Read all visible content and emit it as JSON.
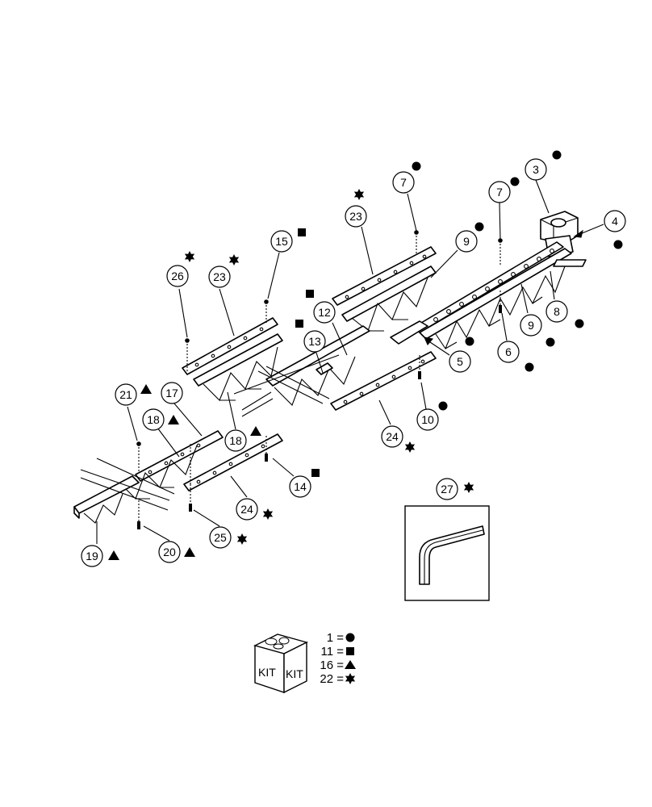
{
  "callouts": [
    {
      "id": "c3",
      "label": "3"
    },
    {
      "id": "c4",
      "label": "4"
    },
    {
      "id": "c5",
      "label": "5"
    },
    {
      "id": "c6",
      "label": "6"
    },
    {
      "id": "c7a",
      "label": "7"
    },
    {
      "id": "c7b",
      "label": "7"
    },
    {
      "id": "c8",
      "label": "8"
    },
    {
      "id": "c9a",
      "label": "9"
    },
    {
      "id": "c9b",
      "label": "9"
    },
    {
      "id": "c10",
      "label": "10"
    },
    {
      "id": "c12",
      "label": "12"
    },
    {
      "id": "c13",
      "label": "13"
    },
    {
      "id": "c14",
      "label": "14"
    },
    {
      "id": "c15",
      "label": "15"
    },
    {
      "id": "c17",
      "label": "17"
    },
    {
      "id": "c18a",
      "label": "18"
    },
    {
      "id": "c18b",
      "label": "18"
    },
    {
      "id": "c19",
      "label": "19"
    },
    {
      "id": "c20",
      "label": "20"
    },
    {
      "id": "c21",
      "label": "21"
    },
    {
      "id": "c23a",
      "label": "23"
    },
    {
      "id": "c23b",
      "label": "23"
    },
    {
      "id": "c24a",
      "label": "24"
    },
    {
      "id": "c24b",
      "label": "24"
    },
    {
      "id": "c25",
      "label": "25"
    },
    {
      "id": "c26",
      "label": "26"
    },
    {
      "id": "c27",
      "label": "27"
    }
  ],
  "legend": {
    "kit_label": "KIT",
    "rows": [
      {
        "qty": "1 =",
        "symbol": "circle"
      },
      {
        "qty": "11 =",
        "symbol": "square"
      },
      {
        "qty": "16 =",
        "symbol": "triangle"
      },
      {
        "qty": "22 =",
        "symbol": "star"
      }
    ]
  }
}
